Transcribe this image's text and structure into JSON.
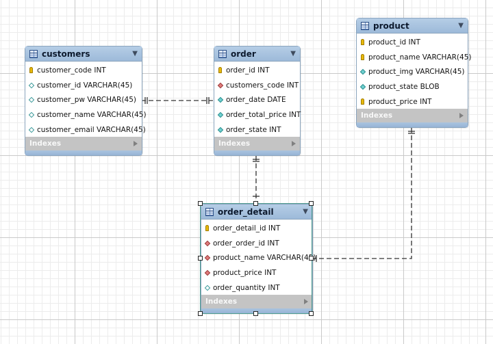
{
  "tables": [
    {
      "name": "customers",
      "columns": [
        {
          "icon": "key",
          "text": "customer_code INT"
        },
        {
          "icon": "nl",
          "text": "customer_id VARCHAR(45)"
        },
        {
          "icon": "nl",
          "text": "customer_pw VARCHAR(45)"
        },
        {
          "icon": "nl",
          "text": "customer_name VARCHAR(45)"
        },
        {
          "icon": "nl",
          "text": "customer_email VARCHAR(45)"
        }
      ],
      "indexes_label": "Indexes"
    },
    {
      "name": "order",
      "columns": [
        {
          "icon": "key",
          "text": "order_id INT"
        },
        {
          "icon": "fk",
          "text": "customers_code INT"
        },
        {
          "icon": "nn",
          "text": "order_date DATE"
        },
        {
          "icon": "nn",
          "text": "order_total_price INT"
        },
        {
          "icon": "nn",
          "text": "order_state INT"
        }
      ],
      "indexes_label": "Indexes"
    },
    {
      "name": "product",
      "columns": [
        {
          "icon": "key",
          "text": "product_id INT"
        },
        {
          "icon": "key",
          "text": "product_name VARCHAR(45)"
        },
        {
          "icon": "nn",
          "text": "product_img VARCHAR(45)"
        },
        {
          "icon": "nn",
          "text": "product_state BLOB"
        },
        {
          "icon": "key",
          "text": "product_price INT"
        }
      ],
      "indexes_label": "Indexes"
    },
    {
      "name": "order_detail",
      "columns": [
        {
          "icon": "key",
          "text": "order_detail_id INT"
        },
        {
          "icon": "fk",
          "text": "order_order_id INT"
        },
        {
          "icon": "fk",
          "text": "product_name VARCHAR(45)"
        },
        {
          "icon": "fk",
          "text": "product_price INT"
        },
        {
          "icon": "nl",
          "text": "order_quantity INT"
        }
      ],
      "indexes_label": "Indexes"
    }
  ],
  "relationships": [
    {
      "from": "customers",
      "to": "order"
    },
    {
      "from": "order",
      "to": "order_detail"
    },
    {
      "from": "product",
      "to": "order_detail"
    }
  ],
  "colors": {
    "header": "#a6c2df",
    "border": "#8aa4bd",
    "indexes_bar": "#c4c4c4",
    "primary_key": "#e8b90a",
    "foreign_key": "#e07a7a",
    "not_null": "#6fd0d0",
    "selection_border": "#4d9b8f"
  }
}
